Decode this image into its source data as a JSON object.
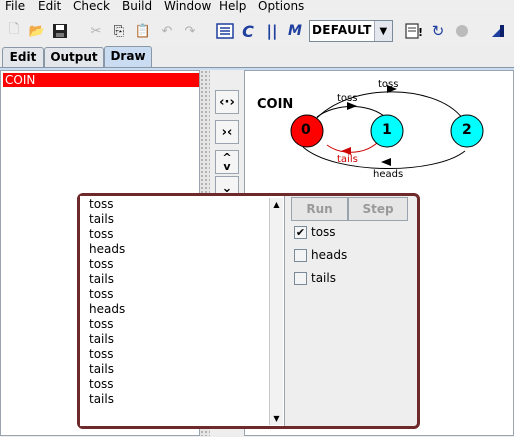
{
  "menubar": {
    "items": [
      "File",
      "Edit",
      "Check",
      "Build",
      "Window",
      "Help",
      "Options"
    ]
  },
  "toolbar": {
    "target_value": "DEFAULT"
  },
  "tabs": [
    "Edit",
    "Output",
    "Draw"
  ],
  "processes": {
    "selected": "COIN"
  },
  "diagram": {
    "title": "COIN",
    "states": [
      "0",
      "1",
      "2"
    ],
    "labels": {
      "toss_top": "toss",
      "toss_mid": "toss",
      "tails": "tails",
      "heads": "heads"
    },
    "colors": {
      "state0": "#ff0000",
      "state_other": "#00ffff",
      "trace_edge": "#cc0000"
    }
  },
  "trace": {
    "actions": [
      "toss",
      "tails",
      "toss",
      "heads",
      "toss",
      "tails",
      "toss",
      "heads",
      "toss",
      "tails",
      "toss",
      "tails",
      "toss",
      "tails"
    ],
    "run_label": "Run",
    "step_label": "Step",
    "checks": [
      {
        "label": "toss",
        "checked": true
      },
      {
        "label": "heads",
        "checked": false
      },
      {
        "label": "tails",
        "checked": false
      }
    ]
  }
}
